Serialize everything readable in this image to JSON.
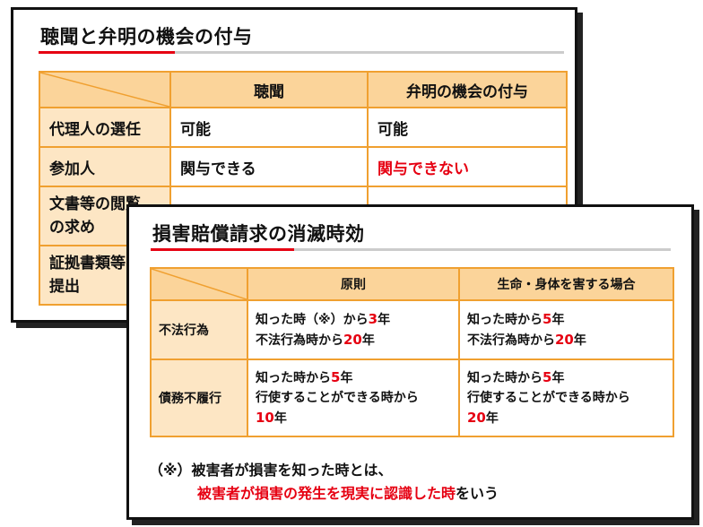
{
  "slide1": {
    "title": "聴聞と弁明の機会の付与",
    "headers": [
      "",
      "聴聞",
      "弁明の機会の付与"
    ],
    "rows": [
      {
        "label": "代理人の選任",
        "col1": "可能",
        "col2": "可能"
      },
      {
        "label": "参加人",
        "col1": "関与できる",
        "col2": "関与できない"
      },
      {
        "label": "文書等の閲覧\nの求め",
        "col1": "",
        "col2": ""
      },
      {
        "label": "証拠書類等\n提出",
        "col1": "",
        "col2": ""
      }
    ],
    "highlight_color": "#e60012"
  },
  "slide2": {
    "title": "損害賠償請求の消滅時効",
    "headers": [
      "",
      "原則",
      "生命・身体を害する場合"
    ],
    "rows": [
      {
        "label": "不法行為",
        "col1": [
          {
            "pre": "知った時（※）から",
            "num": "3",
            "post": "年"
          },
          {
            "pre": "不法行為時から",
            "num": "20",
            "post": "年"
          }
        ],
        "col2": [
          {
            "pre": "知った時から",
            "num": "5",
            "post": "年"
          },
          {
            "pre": "不法行為時から",
            "num": "20",
            "post": "年"
          }
        ]
      },
      {
        "label": "債務不履行",
        "col1": [
          {
            "pre": "知った時から",
            "num": "5",
            "post": "年"
          },
          {
            "pre": "行使することができる時から",
            "num": "",
            "post": ""
          },
          {
            "pre": "",
            "num": "10",
            "post": "年"
          }
        ],
        "col2": [
          {
            "pre": "知った時から",
            "num": "5",
            "post": "年"
          },
          {
            "pre": "行使することができる時から",
            "num": "",
            "post": ""
          },
          {
            "pre": "",
            "num": "20",
            "post": "年"
          }
        ]
      }
    ],
    "note": {
      "line1": "（※）被害者が損害を知った時とは、",
      "line2_red": "被害者が損害の発生を現実に認識した時",
      "line2_rest": "をいう"
    }
  },
  "colors": {
    "header_bg": "#fbd49a",
    "row_header_bg": "#fde6c4",
    "border": "#f0a030",
    "accent_red": "#e60012"
  }
}
